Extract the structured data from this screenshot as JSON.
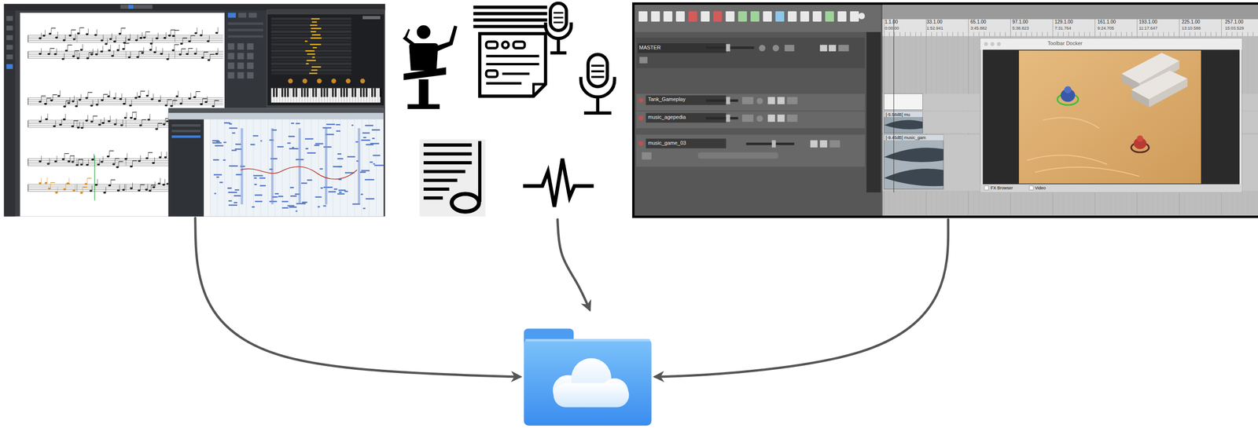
{
  "diagram": {
    "nodes": [
      {
        "text": []
      },
      {
        "text": []
      },
      {
        "text": [
          "1.1.00",
          "33.1.00",
          "65.1.00",
          "97.1.00",
          "129.1.00",
          "161.1.00",
          "193.1.00",
          "225.1.00",
          "257.1.00",
          "0:00.00",
          "1:52.941",
          "3:45.882",
          "5:38.823",
          "7:31.764",
          "9:24.705",
          "11:17.647",
          "13:10.588",
          "15:03.529",
          "MASTER",
          "Tank_Gameplay",
          "music_agepedia",
          "music_game_03",
          "[-5.58dB] mu",
          "[-9.45dB] music_gam",
          "Toolbar Docker",
          "FX Browser",
          "Video"
        ]
      },
      {
        "text": []
      }
    ],
    "edges": [
      {
        "from": 0,
        "to": 3,
        "arrow": "to"
      },
      {
        "from": 1,
        "to": 3,
        "arrow": "to"
      },
      {
        "from": 2,
        "to": 3,
        "arrow": "to"
      }
    ]
  }
}
